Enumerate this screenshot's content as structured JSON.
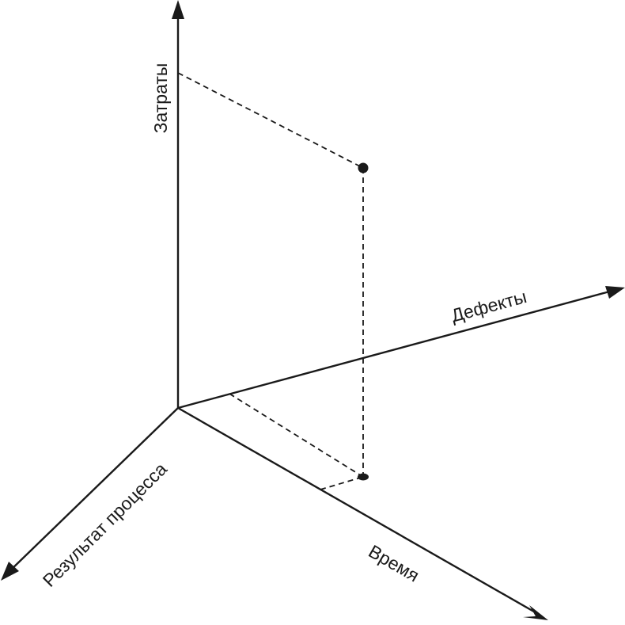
{
  "axes": {
    "costs": {
      "label": "Затраты"
    },
    "defects": {
      "label": "Дефекты"
    },
    "time": {
      "label": "Время"
    },
    "process_result": {
      "label": "Результат процесса"
    }
  },
  "colors": {
    "ink": "#1a1a1a",
    "background": "#ffffff"
  }
}
